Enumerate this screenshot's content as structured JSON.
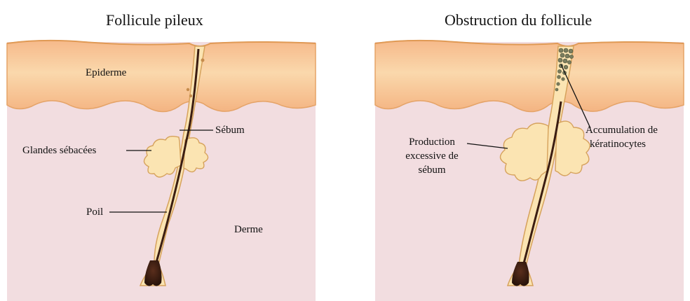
{
  "left_panel": {
    "title": "Follicule pileux",
    "labels": {
      "epiderme": "Epiderme",
      "sebum": "Sébum",
      "glandes": "Glandes sébacées",
      "poil": "Poil",
      "derme": "Derme"
    }
  },
  "right_panel": {
    "title": "Obstruction du follicule",
    "labels": {
      "production_lines": [
        "Production",
        "excessive de",
        "sébum"
      ],
      "accumulation_lines": [
        "Accumulation de",
        "kératinocytes"
      ]
    }
  },
  "colors": {
    "dermis": "#f2dde0",
    "epidermis": "#f7c493",
    "epidermis_top": "#f9d9ad",
    "follicle": "#fbe4b2",
    "outline": "#d6a25c",
    "hair": "#3b1d12",
    "keratinocytes": "#7a7d5e"
  }
}
